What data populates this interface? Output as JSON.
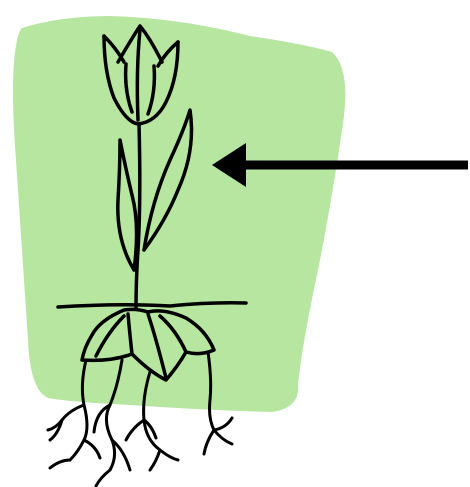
{
  "background": "#ffffff",
  "colors": {
    "backdrop_fill": "#b6e6a0",
    "line": "#000000"
  },
  "diagram": {
    "subject": "tulip-plant",
    "parts": [
      "backdrop",
      "flower",
      "stem",
      "leaves",
      "soil-line",
      "bulb",
      "roots",
      "arrow"
    ]
  }
}
